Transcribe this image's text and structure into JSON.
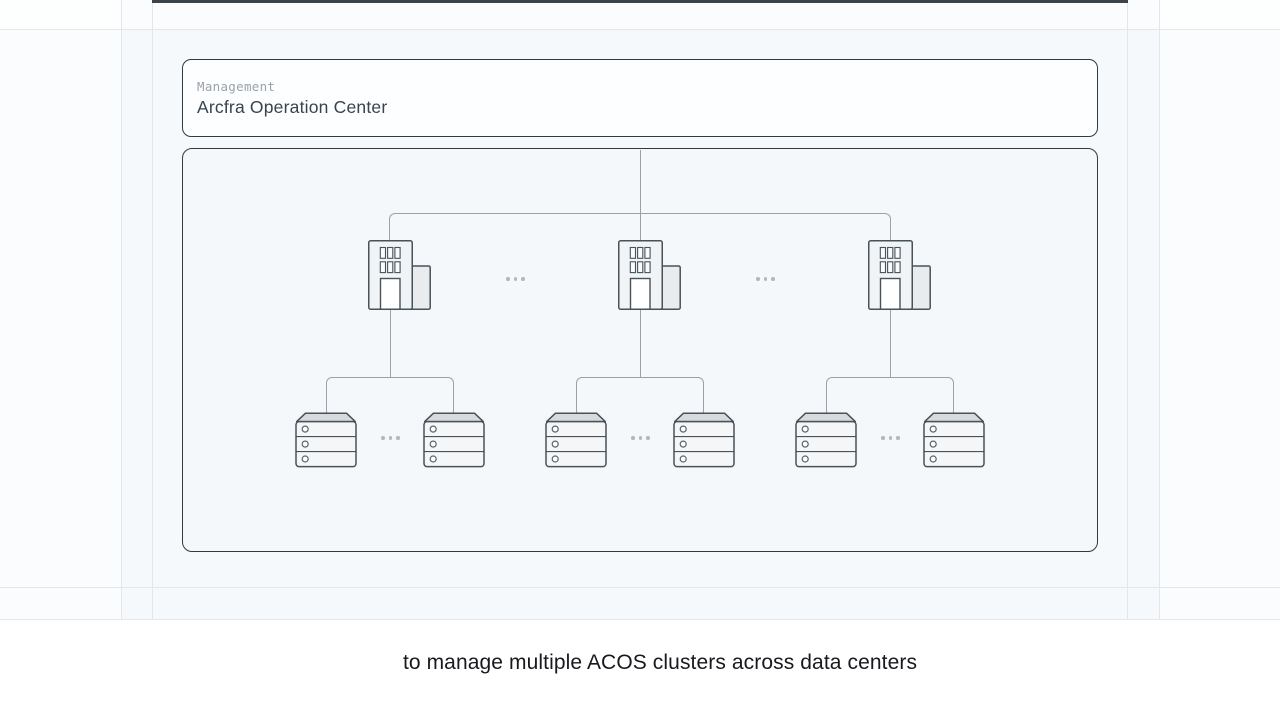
{
  "header": {
    "label": "Management",
    "title": "Arcfra Operation Center"
  },
  "caption": {
    "text": "to manage multiple ACOS clusters across data centers"
  },
  "diagram": {
    "root": "Arcfra Operation Center",
    "clusters": [
      {
        "id": "data-center-1",
        "icon": "building-icon",
        "server_count": 2,
        "more_servers": true
      },
      {
        "id": "data-center-2",
        "icon": "building-icon",
        "server_count": 2,
        "more_servers": true
      },
      {
        "id": "data-center-3",
        "icon": "building-icon",
        "server_count": 2,
        "more_servers": true
      }
    ]
  },
  "icons": {
    "data_center": "building-icon",
    "cluster_node": "server-icon",
    "more": "ellipsis-dots-icon"
  },
  "colors": {
    "canvas": "#f6f9fb",
    "box_fill": "#fdfeff",
    "diagram_fill": "#f5f8fa",
    "box_border": "#2e3b44",
    "connector": "#9aa1a8",
    "guide": "#e2e7eb",
    "label_gray": "#99a2a9",
    "title_dark": "#36444f",
    "caption_dark": "#17191d",
    "top_bar": "#39444d"
  }
}
